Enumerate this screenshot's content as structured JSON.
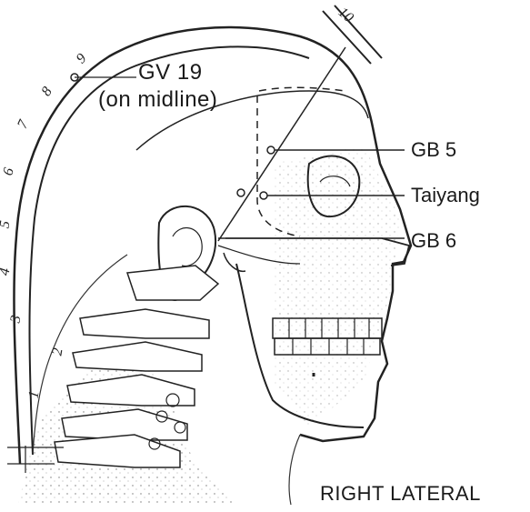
{
  "diagram": {
    "point_labels": {
      "gv19_line1": "GV 19",
      "gv19_line2": "(on midline)",
      "gb5": "GB 5",
      "taiyang": "Taiyang",
      "gb6": "GB 6"
    },
    "view_label": "RIGHT LATERAL",
    "scale_ticks": [
      "1",
      "2",
      "3",
      "4",
      "5",
      "6",
      "7",
      "8",
      "9",
      "10"
    ]
  }
}
